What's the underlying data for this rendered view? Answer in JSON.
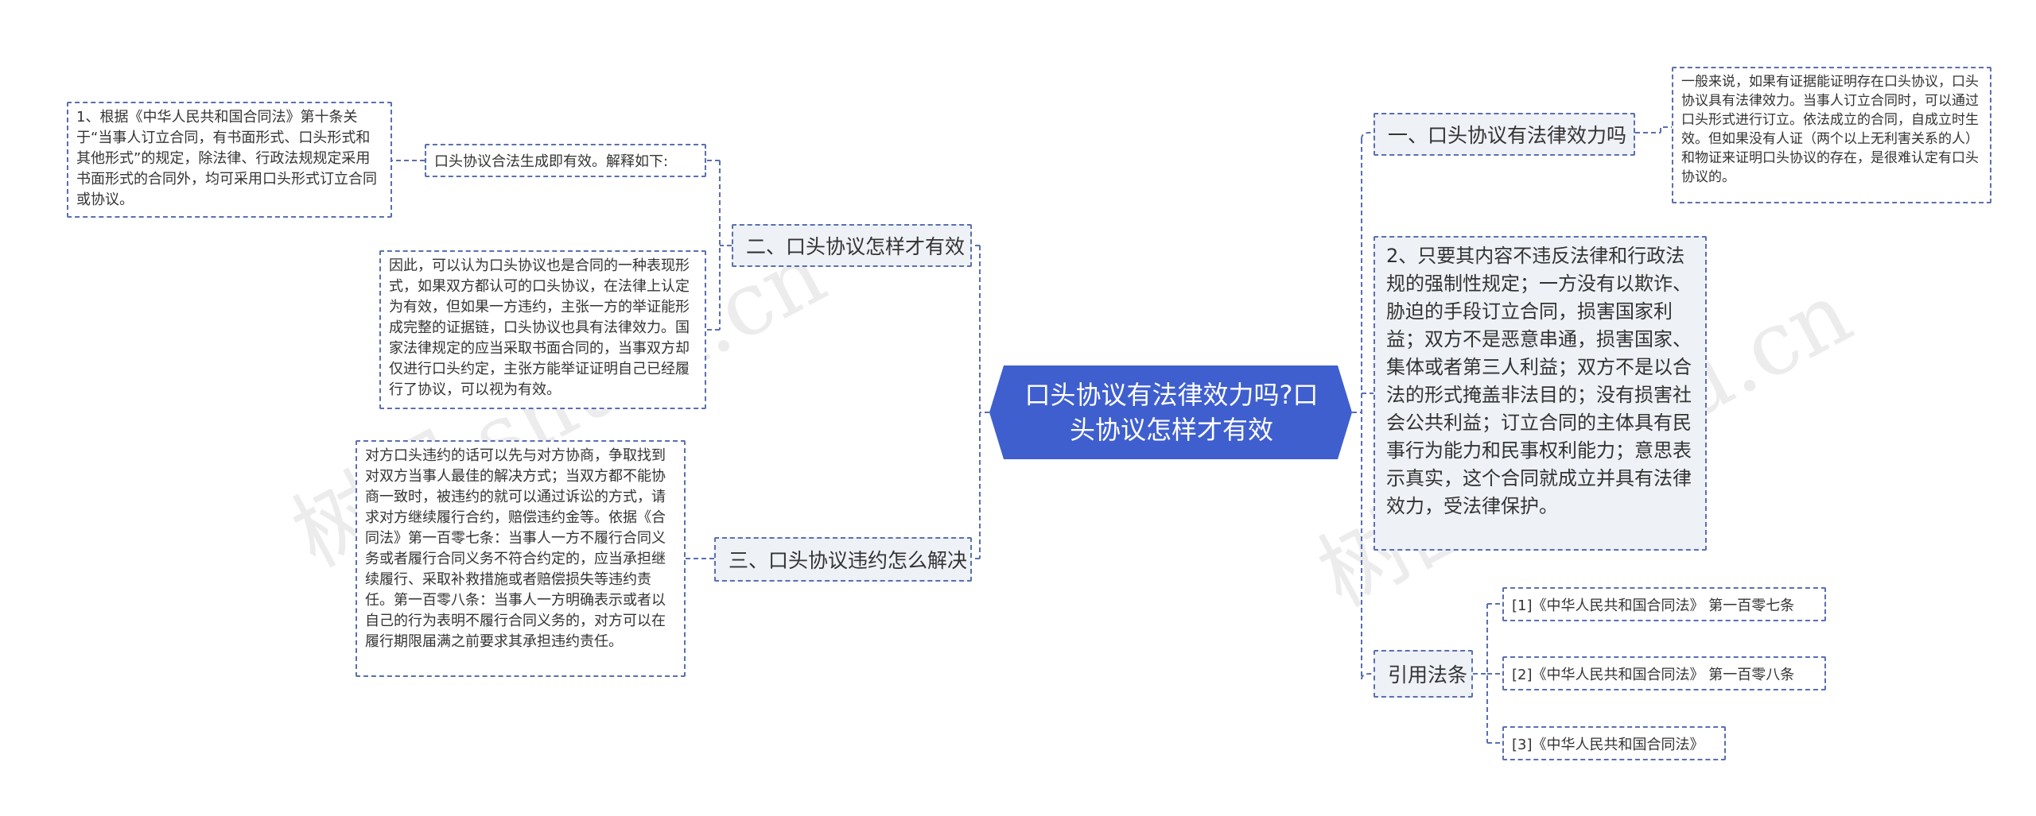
{
  "root": {
    "title": "口头协议有法律效力吗?口头协议怎样才有效"
  },
  "branches": {
    "b1": {
      "label": "一、口头协议有法律效力吗"
    },
    "b2": {
      "label": "二、口头协议怎样才有效"
    },
    "b3": {
      "label": "三、口头协议违约怎么解决"
    },
    "b4": {
      "label": "引用法条"
    }
  },
  "leaves": {
    "b1_detail": "一般来说，如果有证据能证明存在口头协议，口头协议具有法律效力。当事人订立合同时，可以通过口头形式进行订立。依法成立的合同，自成立时生效。但如果没有人证（两个以上无利害关系的人）和物证来证明口头协议的存在，是很难认定有口头协议的。",
    "b1_big": "2、只要其内容不违反法律和行政法规的强制性规定；一方没有以欺诈、胁迫的手段订立合同，损害国家利益；双方不是恶意串通，损害国家、集体或者第三人利益；双方不是以合法的形式掩盖非法目的；没有损害社会公共利益；订立合同的主体具有民事行为能力和民事权利能力；意思表示真实，这个合同就成立并具有法律效力，受法律保护。",
    "b2_sub": "口头协议合法生成即有效。解释如下:",
    "b2_sub_detail": "1、根据《中华人民共和国合同法》第十条关于“当事人订立合同，有书面形式、口头形式和其他形式”的规定，除法律、行政法规规定采用书面形式的合同外，均可采用口头形式订立合同或协议。",
    "b2_detail": "因此，可以认为口头协议也是合同的一种表现形式，如果双方都认可的口头协议，在法律上认定为有效，但如果一方违约，主张一方的举证能形成完整的证据链，口头协议也具有法律效力。国家法律规定的应当采取书面合同的，当事双方却仅进行口头约定，主张方能举证证明自己已经履行了协议，可以视为有效。",
    "b3_detail": "对方口头违约的话可以先与对方协商，争取找到对双方当事人最佳的解决方式；当双方都不能协商一致时，被违约的就可以通过诉讼的方式，请求对方继续履行合约，赔偿违约金等。依据《合同法》第一百零七条：当事人一方不履行合同义务或者履行合同义务不符合约定的，应当承担继续履行、采取补救措施或者赔偿损失等违约责任。第一百零八条：当事人一方明确表示或者以自己的行为表明不履行合同义务的，对方可以在履行期限届满之前要求其承担违约责任。",
    "law1": "[1]《中华人民共和国合同法》 第一百零七条",
    "law2": "[2]《中华人民共和国合同法》 第一百零八条",
    "law3": "[3]《中华人民共和国合同法》"
  },
  "colors": {
    "root_fill": "#3f5fcf",
    "line": "#5a6fb0",
    "branch_fill": "#eef1f6"
  }
}
